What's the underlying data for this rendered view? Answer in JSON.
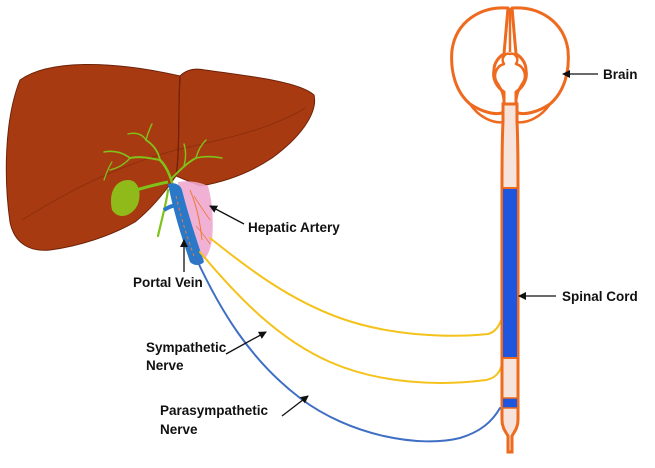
{
  "labels": {
    "brain": "Brain",
    "hepatic_artery": "Hepatic Artery",
    "portal_vein": "Portal Vein",
    "spinal_cord": "Spinal Cord",
    "sympathetic_line1": "Sympathetic",
    "sympathetic_line2": "Nerve",
    "parasympathetic_line1": "Parasympathetic",
    "parasympathetic_line2": "Nerve"
  },
  "colors": {
    "liver": "#a83a12",
    "liver_edge": "#6e2208",
    "brain_outline": "#ee6a1e",
    "spinal_fill": "#f6e4dc",
    "spinal_blue": "#1f56e0",
    "sympathetic_nerve": "#f4c21a",
    "parasympathetic_nerve": "#3f6fc4",
    "bile_ducts": "#7fc21a",
    "gallbladder": "#8fba1a",
    "artery": "#f0a8d0",
    "portal_vein": "#2a78c8",
    "text": "#111111"
  }
}
